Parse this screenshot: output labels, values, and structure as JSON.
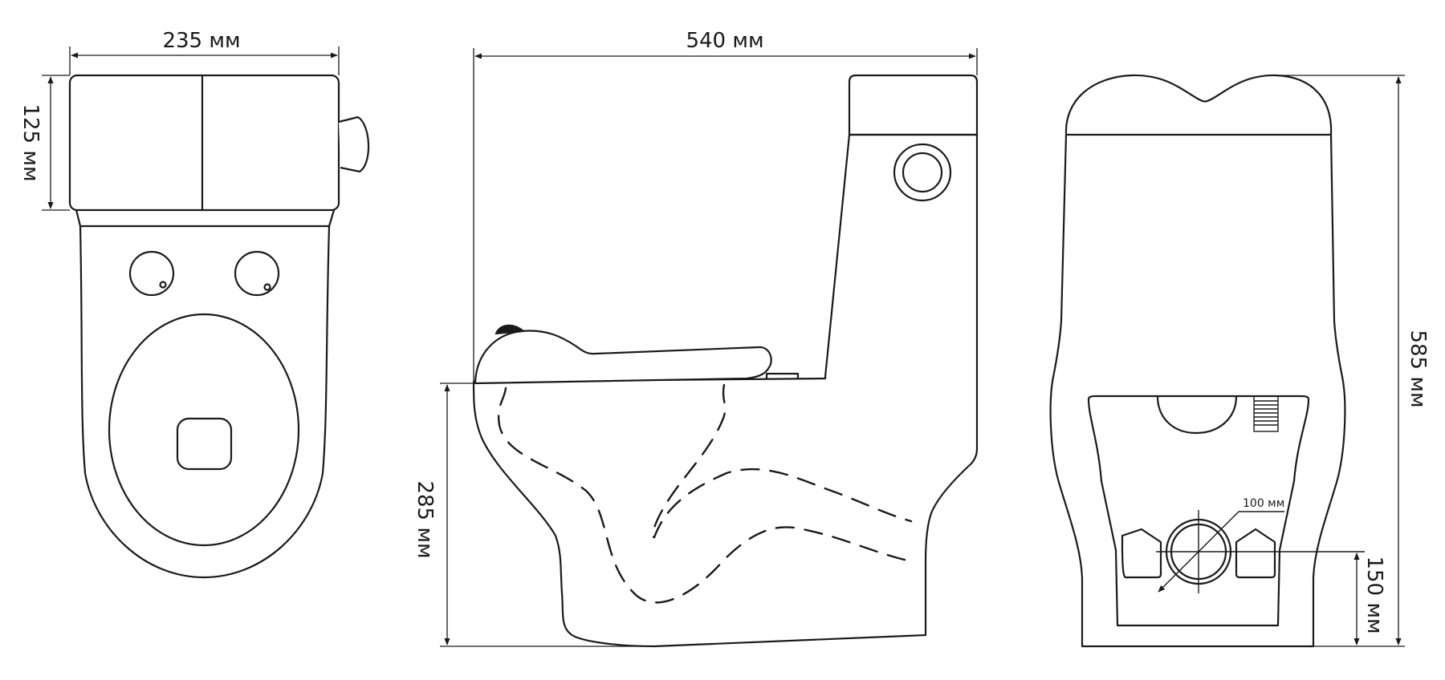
{
  "dimensions": {
    "tank_width": "235 мм",
    "tank_depth": "125 мм",
    "total_length": "540 мм",
    "seat_height": "285 мм",
    "total_height": "585 мм",
    "outlet_height": "150 мм",
    "outlet_diameter": "100 мм"
  }
}
